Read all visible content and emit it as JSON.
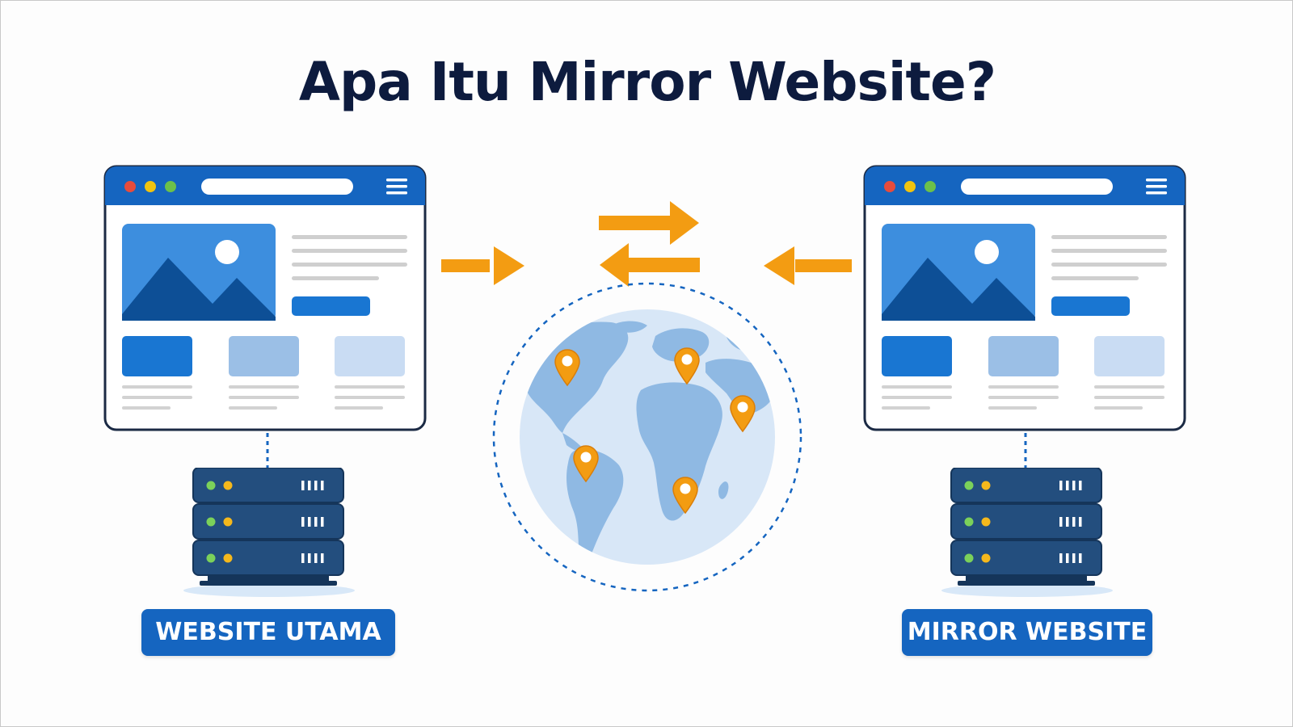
{
  "title": "Apa Itu Mirror Website?",
  "labels": {
    "main": "WEBSITE UTAMA",
    "mirror": "MIRROR WEBSITE"
  },
  "icons": {
    "browser": "browser-window-icon",
    "server": "server-rack-icon",
    "globe": "world-globe-icon",
    "pin": "location-pin-icon",
    "arrow": "arrow-icon"
  },
  "colors": {
    "title": "#0d1b3e",
    "primary_blue": "#1565c0",
    "light_blue": "#9bbfe6",
    "pale_blue": "#c9dcf3",
    "orange": "#f39c12",
    "server": "#1f4e79",
    "globe": "#d6e6f7",
    "land": "#8cb8e4"
  }
}
